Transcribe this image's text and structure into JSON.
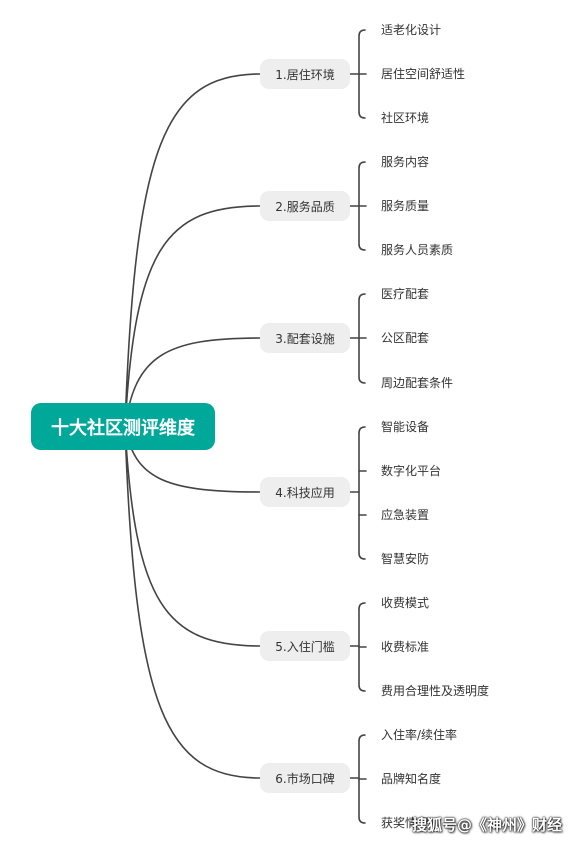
{
  "colors": {
    "root_bg": "#00a89a",
    "branch_bg": "#eeeeee",
    "line": "#444444"
  },
  "root": {
    "label": "十大社区测评维度"
  },
  "branches": [
    {
      "label": "1.居住环境",
      "leaves": [
        "适老化设计",
        "居住空间舒适性",
        "社区环境"
      ]
    },
    {
      "label": "2.服务品质",
      "leaves": [
        "服务内容",
        "服务质量",
        "服务人员素质"
      ]
    },
    {
      "label": "3.配套设施",
      "leaves": [
        "医疗配套",
        "公区配套",
        "周边配套条件"
      ]
    },
    {
      "label": "4.科技应用",
      "leaves": [
        "智能设备",
        "数字化平台",
        "应急装置",
        "智慧安防"
      ]
    },
    {
      "label": "5.入住门槛",
      "leaves": [
        "收费模式",
        "收费标准",
        "费用合理性及透明度"
      ]
    },
    {
      "label": "6.市场口碑",
      "leaves": [
        "入住率/续住率",
        "品牌知名度",
        "获奖情况"
      ]
    }
  ],
  "watermark": {
    "text": "搜狐号@《神州》财经"
  }
}
